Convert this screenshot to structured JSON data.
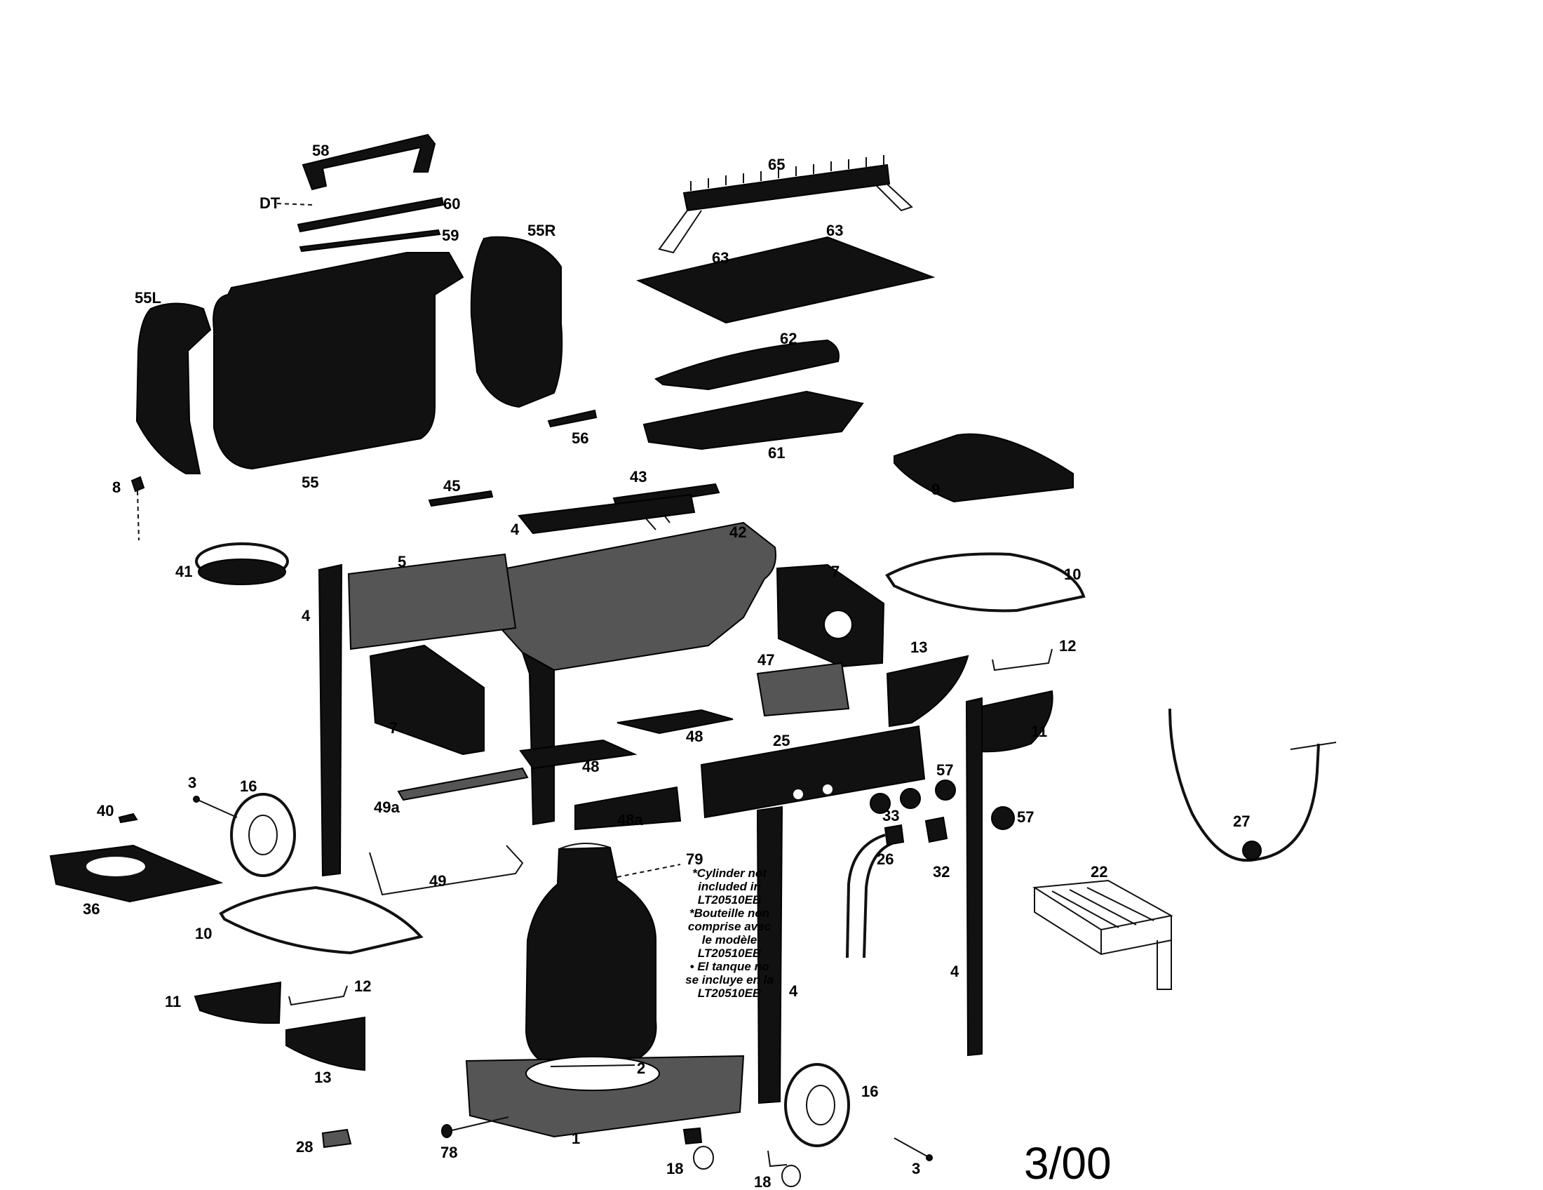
{
  "labels": {
    "p58": "58",
    "pDT": "DT",
    "p60": "60",
    "p59": "59",
    "p55R": "55R",
    "p55L": "55L",
    "p55": "55",
    "p56": "56",
    "p65": "65",
    "p63a": "63",
    "p63b": "63",
    "p62": "62",
    "p61": "61",
    "p9": "9",
    "p8": "8",
    "p45": "45",
    "p43": "43",
    "p4a": "4",
    "p42": "42",
    "p5": "5",
    "p41": "41",
    "p4b": "4",
    "p7a": "7",
    "p10a": "10",
    "p13a": "13",
    "p12a": "12",
    "p47": "47",
    "p7b": "7",
    "p11a": "11",
    "p48a": "48",
    "p25": "25",
    "p48b": "48",
    "p57a": "57",
    "p3a": "3",
    "p16a": "16",
    "p40": "40",
    "p49a": "49a",
    "p48a2": "48a",
    "p33": "33",
    "p57b": "57",
    "p27": "27",
    "p26": "26",
    "p32": "32",
    "p79": "79",
    "p22": "22",
    "p36": "36",
    "p49": "49",
    "p10b": "10",
    "p4c": "4",
    "p4d": "4",
    "p11b": "11",
    "p12b": "12",
    "p13b": "13",
    "p2": "2",
    "p16b": "16",
    "p28": "28",
    "p78": "78",
    "p1": "1",
    "p18a": "18",
    "p18b": "18",
    "p3b": "3"
  },
  "note_lines": [
    "*Cylinder not",
    "included in",
    "LT20510EB",
    "*Bouteille non",
    "comprise avec",
    "le modèle",
    "LT20510EB",
    "• El tanque no",
    "se incluye en la",
    "LT20510EB"
  ],
  "stamp": "3/00"
}
